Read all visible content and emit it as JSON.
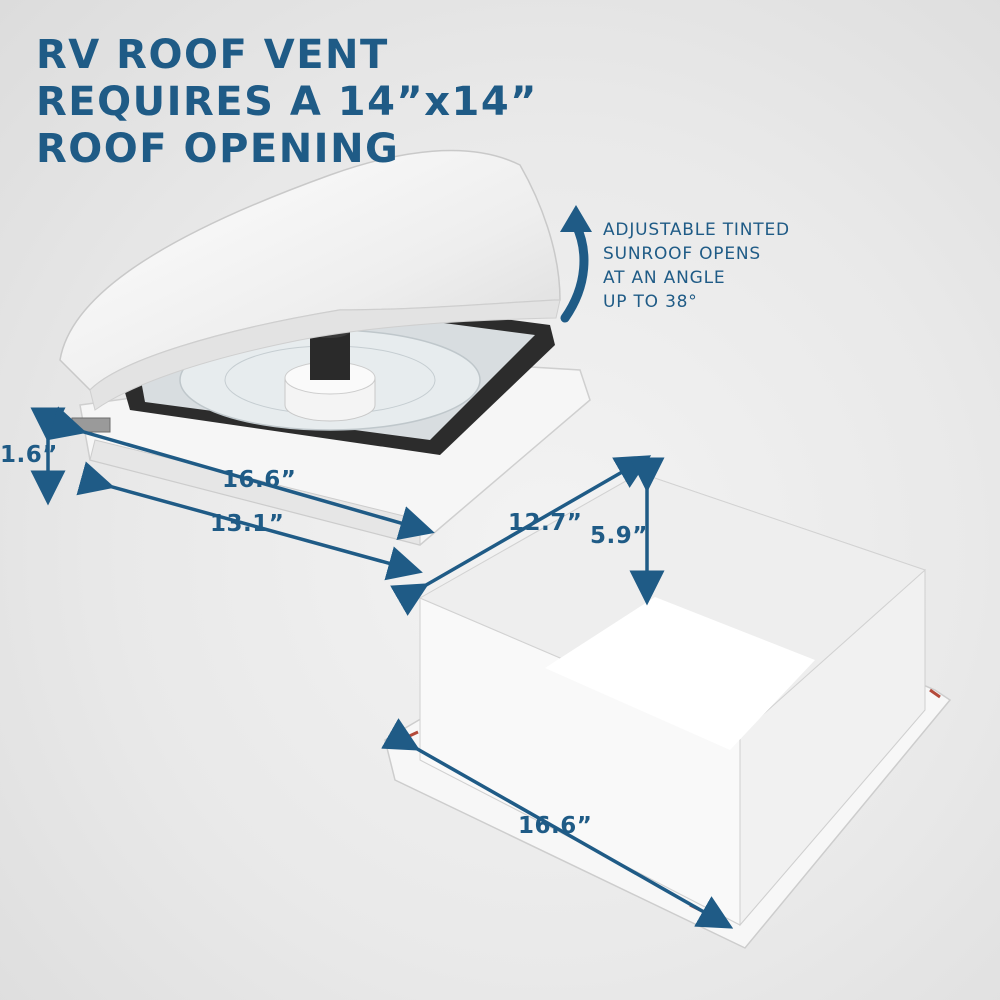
{
  "headline": {
    "line1": "RV ROOF VENT",
    "line2": "REQUIRES A 14”x14”",
    "line3": "ROOF OPENING"
  },
  "callout": {
    "line1": "ADJUSTABLE TINTED",
    "line2": "SUNROOF OPENS",
    "line3": "AT AN ANGLE",
    "line4": "UP TO 38°"
  },
  "dimensions": {
    "vent_height": "1.6”",
    "vent_outer_width": "16.6”",
    "vent_inner_width": "13.1”",
    "garnish_width": "12.7”",
    "garnish_height": "5.9”",
    "flange_width": "16.6”"
  },
  "colors": {
    "brand_blue": "#1f5b86",
    "background": "#ebebeb"
  }
}
